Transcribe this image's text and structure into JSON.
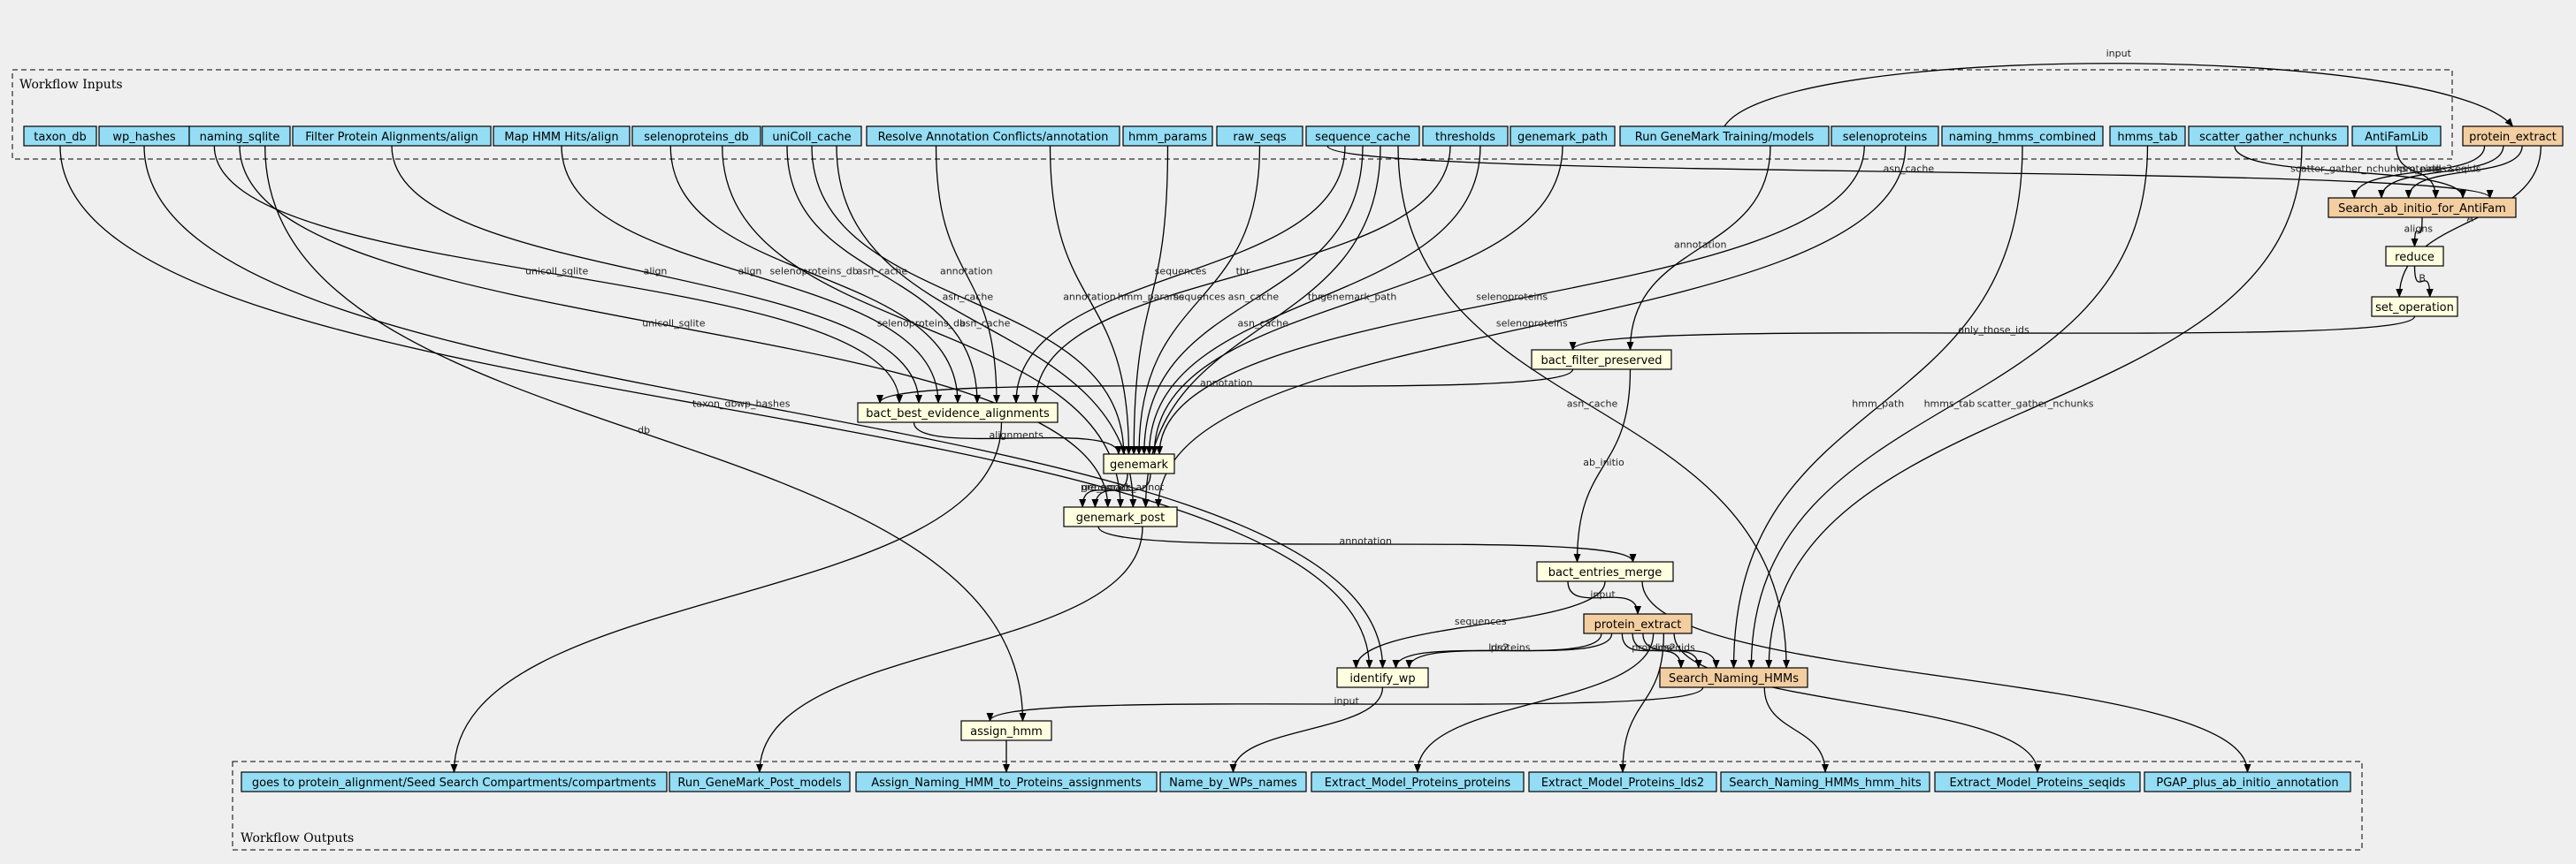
{
  "clusters": {
    "inputs": "Workflow Inputs",
    "outputs": "Workflow Outputs"
  },
  "colors": {
    "background": "#efefef",
    "io_node": "#94ddf4",
    "step_node": "#ffffe0",
    "subworkflow_node": "#f3cea1",
    "edge": "#000000"
  },
  "nodes": [
    {
      "id": "taxon_db",
      "label": "taxon_db",
      "kind": "io"
    },
    {
      "id": "wp_hashes",
      "label": "wp_hashes",
      "kind": "io"
    },
    {
      "id": "naming_sqlite",
      "label": "naming_sqlite",
      "kind": "io"
    },
    {
      "id": "filter_align",
      "label": "Filter Protein Alignments/align",
      "kind": "io"
    },
    {
      "id": "map_hmm_align",
      "label": "Map HMM Hits/align",
      "kind": "io"
    },
    {
      "id": "selenoproteins_db",
      "label": "selenoproteins_db",
      "kind": "io"
    },
    {
      "id": "unicoll_cache",
      "label": "uniColl_cache",
      "kind": "io"
    },
    {
      "id": "resolve_annot",
      "label": "Resolve Annotation Conflicts/annotation",
      "kind": "io"
    },
    {
      "id": "hmm_params",
      "label": "hmm_params",
      "kind": "io"
    },
    {
      "id": "raw_seqs",
      "label": "raw_seqs",
      "kind": "io"
    },
    {
      "id": "sequence_cache",
      "label": "sequence_cache",
      "kind": "io"
    },
    {
      "id": "thresholds",
      "label": "thresholds",
      "kind": "io"
    },
    {
      "id": "genemark_path",
      "label": "genemark_path",
      "kind": "io"
    },
    {
      "id": "run_genemark_models",
      "label": "Run GeneMark Training/models",
      "kind": "io"
    },
    {
      "id": "selenoproteins",
      "label": "selenoproteins",
      "kind": "io"
    },
    {
      "id": "naming_hmms_combined",
      "label": "naming_hmms_combined",
      "kind": "io"
    },
    {
      "id": "hmms_tab",
      "label": "hmms_tab",
      "kind": "io"
    },
    {
      "id": "scatter_gather_nchunks",
      "label": "scatter_gather_nchunks",
      "kind": "io"
    },
    {
      "id": "antifamlib",
      "label": "AntiFamLib",
      "kind": "io"
    },
    {
      "id": "protein_extract_1",
      "label": "protein_extract",
      "kind": "subworkflow"
    },
    {
      "id": "search_antifam",
      "label": "Search_ab_initio_for_AntiFam",
      "kind": "subworkflow"
    },
    {
      "id": "reduce",
      "label": "reduce",
      "kind": "step"
    },
    {
      "id": "set_operation",
      "label": "set_operation",
      "kind": "step"
    },
    {
      "id": "bact_filter_preserved",
      "label": "bact_filter_preserved",
      "kind": "step"
    },
    {
      "id": "bact_best",
      "label": "bact_best_evidence_alignments",
      "kind": "step"
    },
    {
      "id": "genemark",
      "label": "genemark",
      "kind": "step"
    },
    {
      "id": "genemark_post",
      "label": "genemark_post",
      "kind": "step"
    },
    {
      "id": "bact_entries_merge",
      "label": "bact_entries_merge",
      "kind": "step"
    },
    {
      "id": "protein_extract_2",
      "label": "protein_extract",
      "kind": "subworkflow"
    },
    {
      "id": "search_naming_hmms",
      "label": "Search_Naming_HMMs",
      "kind": "subworkflow"
    },
    {
      "id": "identify_wp",
      "label": "identify_wp",
      "kind": "step"
    },
    {
      "id": "assign_hmm",
      "label": "assign_hmm",
      "kind": "step"
    },
    {
      "id": "out_compartments",
      "label": "goes to protein_alignment/Seed Search Compartments/compartments",
      "kind": "io"
    },
    {
      "id": "out_genemark_post_models",
      "label": "Run_GeneMark_Post_models",
      "kind": "io"
    },
    {
      "id": "out_assign_naming",
      "label": "Assign_Naming_HMM_to_Proteins_assignments",
      "kind": "io"
    },
    {
      "id": "out_name_by_wps",
      "label": "Name_by_WPs_names",
      "kind": "io"
    },
    {
      "id": "out_emp_proteins",
      "label": "Extract_Model_Proteins_proteins",
      "kind": "io"
    },
    {
      "id": "out_emp_lds2",
      "label": "Extract_Model_Proteins_lds2",
      "kind": "io"
    },
    {
      "id": "out_snh_hits",
      "label": "Search_Naming_HMMs_hmm_hits",
      "kind": "io"
    },
    {
      "id": "out_emp_seqids",
      "label": "Extract_Model_Proteins_seqids",
      "kind": "io"
    },
    {
      "id": "out_pgap",
      "label": "PGAP_plus_ab_initio_annotation",
      "kind": "io"
    }
  ],
  "edges": [
    {
      "from": "run_genemark_models",
      "to": "protein_extract_1",
      "label": "input"
    },
    {
      "from": "protein_extract_1",
      "to": "search_antifam",
      "label": "proteins"
    },
    {
      "from": "protein_extract_1",
      "to": "search_antifam",
      "label": "lds2"
    },
    {
      "from": "protein_extract_1",
      "to": "search_antifam",
      "label": "seqids"
    },
    {
      "from": "protein_extract_1",
      "to": "set_operation",
      "label": "A"
    },
    {
      "from": "antifamlib",
      "to": "search_antifam",
      "label": "hmm_path"
    },
    {
      "from": "scatter_gather_nchunks",
      "to": "search_antifam",
      "label": "scatter_gather_nchunks"
    },
    {
      "from": "sequence_cache",
      "to": "search_antifam",
      "label": "asn_cache"
    },
    {
      "from": "search_antifam",
      "to": "reduce",
      "label": "aligns"
    },
    {
      "from": "reduce",
      "to": "set_operation",
      "label": "B"
    },
    {
      "from": "set_operation",
      "to": "bact_filter_preserved",
      "label": "only_those_ids"
    },
    {
      "from": "run_genemark_models",
      "to": "bact_filter_preserved",
      "label": "annotation"
    },
    {
      "from": "bact_filter_preserved",
      "to": "bact_best",
      "label": "annotation"
    },
    {
      "from": "bact_filter_preserved",
      "to": "bact_entries_merge",
      "label": "ab_initio"
    },
    {
      "from": "naming_sqlite",
      "to": "bact_best",
      "label": "unicoll_sqlite"
    },
    {
      "from": "filter_align",
      "to": "bact_best",
      "label": "align"
    },
    {
      "from": "map_hmm_align",
      "to": "bact_best",
      "label": "align"
    },
    {
      "from": "selenoproteins_db",
      "to": "bact_best",
      "label": "selenoproteins_db"
    },
    {
      "from": "unicoll_cache",
      "to": "bact_best",
      "label": "asn_cache"
    },
    {
      "from": "resolve_annot",
      "to": "bact_best",
      "label": "annotation"
    },
    {
      "from": "sequence_cache",
      "to": "bact_best",
      "label": "sequences"
    },
    {
      "from": "thresholds",
      "to": "bact_best",
      "label": "thr"
    },
    {
      "from": "bact_best",
      "to": "genemark",
      "label": "alignments"
    },
    {
      "from": "bact_best",
      "to": "out_compartments",
      "label": ""
    },
    {
      "from": "unicoll_cache",
      "to": "genemark",
      "label": "asn_cache"
    },
    {
      "from": "resolve_annot",
      "to": "genemark",
      "label": "annotation"
    },
    {
      "from": "hmm_params",
      "to": "genemark",
      "label": "hmm_params"
    },
    {
      "from": "raw_seqs",
      "to": "genemark",
      "label": "sequences"
    },
    {
      "from": "sequence_cache",
      "to": "genemark",
      "label": "asn_cache"
    },
    {
      "from": "thresholds",
      "to": "genemark",
      "label": "thr"
    },
    {
      "from": "genemark_path",
      "to": "genemark",
      "label": "genemark_path"
    },
    {
      "from": "selenoproteins",
      "to": "genemark",
      "label": "selenoproteins"
    },
    {
      "from": "genemark",
      "to": "genemark_post",
      "label": "pre_annot"
    },
    {
      "from": "genemark",
      "to": "genemark_post",
      "label": "genemark_annot"
    },
    {
      "from": "naming_sqlite",
      "to": "genemark_post",
      "label": "unicoll_sqlite"
    },
    {
      "from": "selenoproteins_db",
      "to": "genemark_post",
      "label": "selenoproteins_db"
    },
    {
      "from": "unicoll_cache",
      "to": "genemark_post",
      "label": "asn_cache"
    },
    {
      "from": "sequence_cache",
      "to": "genemark_post",
      "label": "asn_cache"
    },
    {
      "from": "selenoproteins",
      "to": "genemark_post",
      "label": "selenoproteins"
    },
    {
      "from": "genemark_post",
      "to": "bact_entries_merge",
      "label": "annotation"
    },
    {
      "from": "genemark_post",
      "to": "out_genemark_post_models",
      "label": ""
    },
    {
      "from": "bact_entries_merge",
      "to": "protein_extract_2",
      "label": "input"
    },
    {
      "from": "bact_entries_merge",
      "to": "identify_wp",
      "label": "sequences"
    },
    {
      "from": "bact_entries_merge",
      "to": "out_pgap",
      "label": ""
    },
    {
      "from": "taxon_db",
      "to": "identify_wp",
      "label": "taxon_db"
    },
    {
      "from": "wp_hashes",
      "to": "identify_wp",
      "label": "wp_hashes"
    },
    {
      "from": "protein_extract_2",
      "to": "identify_wp",
      "label": "lds2"
    },
    {
      "from": "protein_extract_2",
      "to": "identify_wp",
      "label": "proteins"
    },
    {
      "from": "protein_extract_2",
      "to": "search_naming_hmms",
      "label": "proteins"
    },
    {
      "from": "protein_extract_2",
      "to": "search_naming_hmms",
      "label": "lds2"
    },
    {
      "from": "protein_extract_2",
      "to": "search_naming_hmms",
      "label": "seqids"
    },
    {
      "from": "protein_extract_2",
      "to": "out_emp_proteins",
      "label": ""
    },
    {
      "from": "protein_extract_2",
      "to": "out_emp_lds2",
      "label": ""
    },
    {
      "from": "protein_extract_2",
      "to": "out_emp_seqids",
      "label": ""
    },
    {
      "from": "naming_hmms_combined",
      "to": "search_naming_hmms",
      "label": "hmm_path"
    },
    {
      "from": "hmms_tab",
      "to": "search_naming_hmms",
      "label": "hmms_tab"
    },
    {
      "from": "scatter_gather_nchunks",
      "to": "search_naming_hmms",
      "label": "scatter_gather_nchunks"
    },
    {
      "from": "sequence_cache",
      "to": "search_naming_hmms",
      "label": "asn_cache"
    },
    {
      "from": "search_naming_hmms",
      "to": "assign_hmm",
      "label": "input"
    },
    {
      "from": "search_naming_hmms",
      "to": "out_snh_hits",
      "label": ""
    },
    {
      "from": "naming_sqlite",
      "to": "assign_hmm",
      "label": "db"
    },
    {
      "from": "identify_wp",
      "to": "out_name_by_wps",
      "label": ""
    },
    {
      "from": "assign_hmm",
      "to": "out_assign_naming",
      "label": ""
    }
  ]
}
